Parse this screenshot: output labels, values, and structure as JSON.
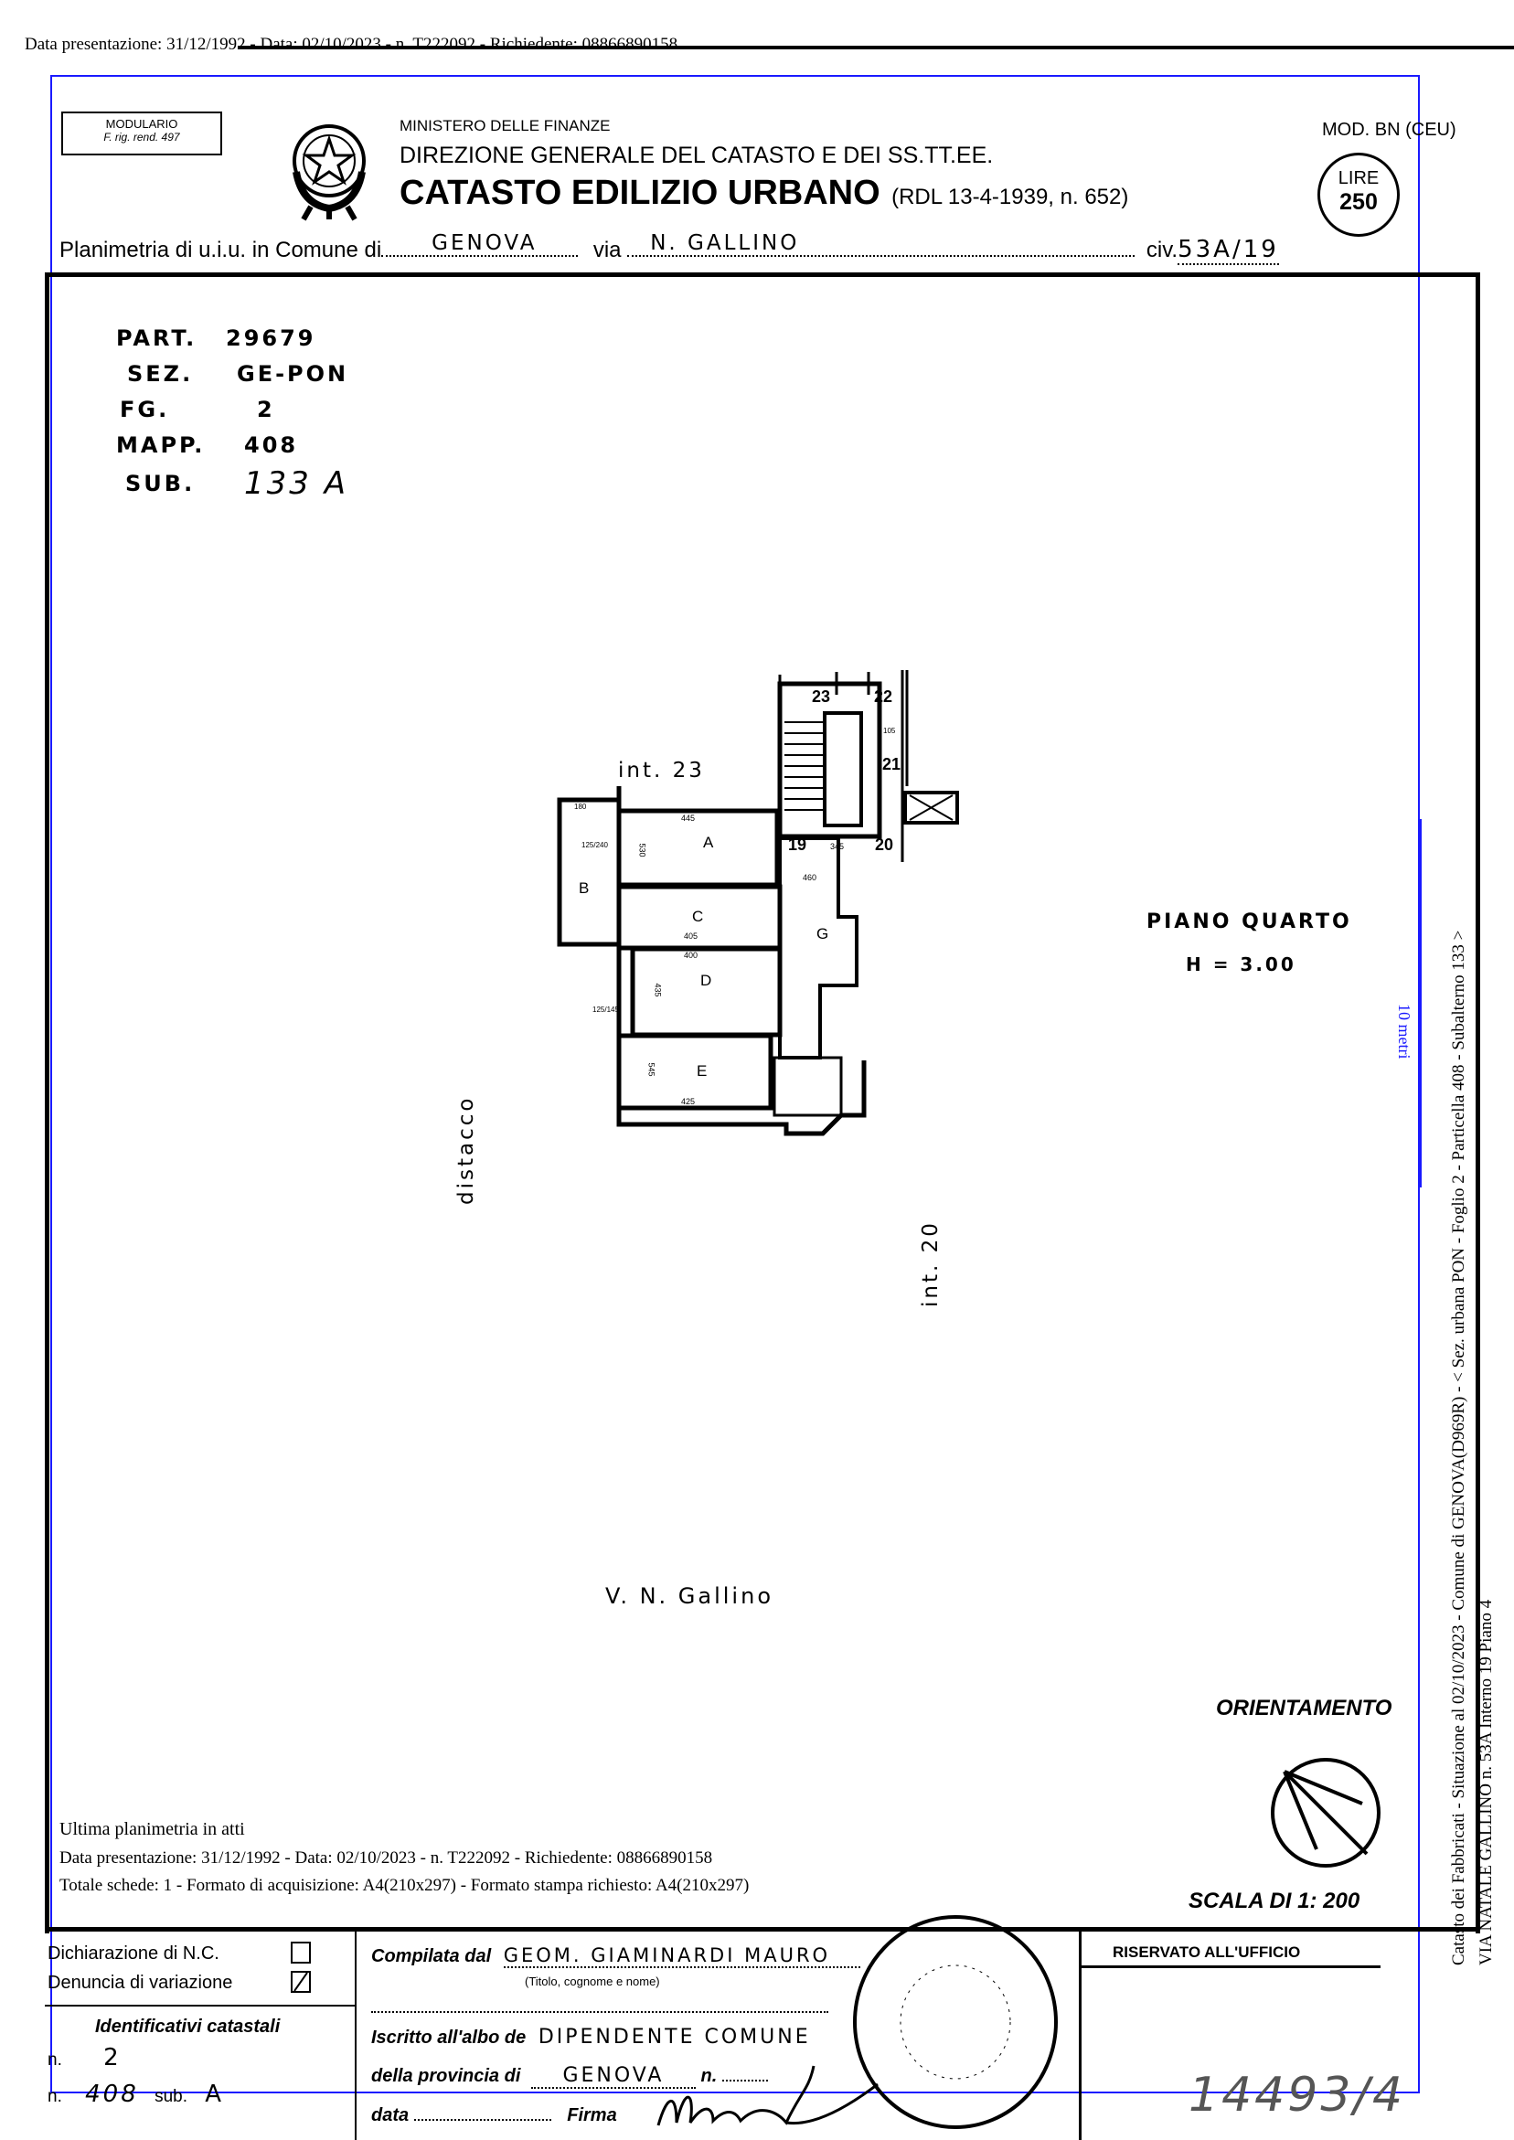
{
  "overlay": {
    "header_line": "Data presentazione: 31/12/1992 - Data: 02/10/2023 - n. T222092 - Richiedente: 08866890158",
    "last_plan": "Ultima planimetria in atti",
    "footer_line1": "Data presentazione: 31/12/1992 - Data: 02/10/2023 - n. T222092 - Richiedente: 08866890158",
    "footer_line2": "Totale schede: 1 - Formato di acquisizione: A4(210x297) - Formato stampa richiesto: A4(210x297)",
    "side_line1": "Catasto dei Fabbricati - Situazione al 02/10/2023 - Comune di GENOVA(D969R) - < Sez. urbana PON - Foglio 2 - Particella 408 - Subalterno 133 >",
    "side_line2": "VIA NATALE GALLINO n. 53A Interno 19 Piano 4",
    "scale_bar_label": "10 metri"
  },
  "header": {
    "modulario_title": "MODULARIO",
    "modulario_sub": "F. rig. rend. 497",
    "ministry": "MINISTERO DELLE FINANZE",
    "direction": "DIREZIONE GENERALE DEL CATASTO E DEI SS.TT.EE.",
    "title": "CATASTO EDILIZIO URBANO",
    "law_ref": "(RDL 13-4-1939, n. 652)",
    "model": "MOD. BN (CEU)",
    "stamp_currency": "LIRE",
    "stamp_value": "250",
    "plan_label": "Planimetria di u.i.u. in Comune di",
    "comune": "GENOVA",
    "via_label": "via",
    "via": "N. GALLINO",
    "civ_label": "civ.",
    "civ": "53A/19"
  },
  "identifiers": [
    {
      "label": "PART.",
      "value": "29679"
    },
    {
      "label": "SEZ.",
      "value": "GE-PON"
    },
    {
      "label": "FG.",
      "value": "2"
    },
    {
      "label": "MAPP.",
      "value": "408"
    },
    {
      "label": "SUB.",
      "value": "133  A"
    }
  ],
  "plan": {
    "neighbor_top": "int. 23",
    "neighbor_right": "int. 20",
    "setback": "distacco",
    "street": "V. N. Gallino",
    "floor": "PIANO QUARTO",
    "height": "H = 3.00",
    "rooms": [
      "A",
      "B",
      "C",
      "D",
      "E",
      "G"
    ],
    "units": [
      "23",
      "22",
      "21",
      "20",
      "19"
    ],
    "dims": [
      "445",
      "530",
      "460",
      "345",
      "405",
      "400",
      "435",
      "545",
      "425",
      "125/240",
      "125/145",
      "180",
      "105"
    ]
  },
  "orientation": {
    "label": "ORIENTAMENTO",
    "scale": "SCALA DI 1: 200"
  },
  "footer": {
    "nc_label": "Dichiarazione di N.C.",
    "variation_label": "Denuncia di variazione",
    "variation_checked": true,
    "ids_label": "Identificativi catastali",
    "n_label": "n.",
    "n_value": "2",
    "n2_value": "408",
    "sub_label": "sub.",
    "sub_value": "A",
    "compiled_label": "Compilata dal",
    "compiled_value": "GEOM. GIAMINARDI MAURO",
    "compiled_hint": "(Titolo, cognome e nome)",
    "register_label": "Iscritto all'albo de",
    "register_value": "DIPENDENTE COMUNE",
    "province_label": "della provincia di",
    "province_value": "GENOVA",
    "province_n_label": "n.",
    "date_label": "data",
    "signature_label": "Firma",
    "office_label": "RISERVATO ALL'UFFICIO",
    "office_number": "14493/4"
  }
}
